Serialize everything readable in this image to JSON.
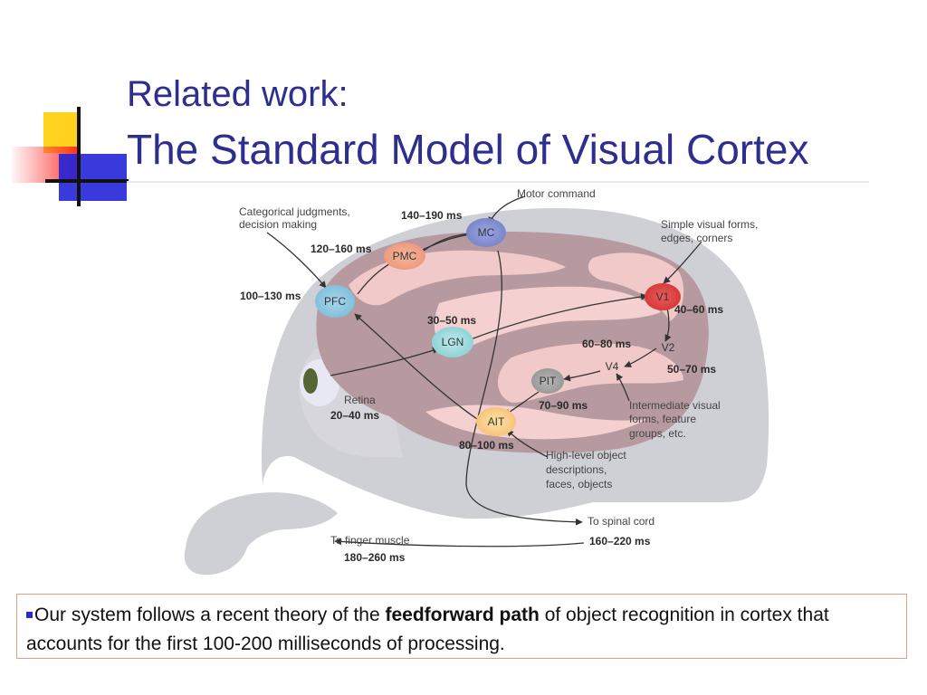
{
  "slide": {
    "title_line1": "Related work:",
    "title_line2": "The Standard Model of Visual Cortex",
    "colors": {
      "title": "#2e2e8f",
      "bullet": "#2b2bd0",
      "caption_border": "#e0a07e"
    }
  },
  "diagram": {
    "nodes": [
      {
        "id": "mc",
        "label": "MC",
        "time": "140–190 ms"
      },
      {
        "id": "pmc",
        "label": "PMC",
        "time": "120–160 ms"
      },
      {
        "id": "pfc",
        "label": "PFC",
        "time": "100–130 ms"
      },
      {
        "id": "lgn",
        "label": "LGN",
        "time": "30–50 ms"
      },
      {
        "id": "v1",
        "label": "V1",
        "time": "40–60 ms"
      },
      {
        "id": "v2",
        "label": "V2",
        "time": "50–70 ms"
      },
      {
        "id": "v4",
        "label": "V4",
        "time": "60–80 ms"
      },
      {
        "id": "pit",
        "label": "PIT",
        "time": "70–90 ms"
      },
      {
        "id": "ait",
        "label": "AIT",
        "time": "80–100 ms"
      }
    ],
    "descriptions": {
      "motor": "Motor command",
      "categorical_1": "Categorical judgments,",
      "categorical_2": "decision making",
      "simple_1": "Simple visual forms,",
      "simple_2": "edges, corners",
      "intermediate_1": "Intermediate visual",
      "intermediate_2": "forms, feature",
      "intermediate_3": "groups, etc.",
      "highlevel_1": "High-level object",
      "highlevel_2": "descriptions,",
      "highlevel_3": "faces, objects",
      "retina": "Retina",
      "retina_time": "20–40 ms",
      "spinal": "To spinal cord",
      "spinal_time": "160–220 ms",
      "finger": "To finger muscle",
      "finger_time": "180–260 ms"
    }
  },
  "caption": {
    "text_before": "Our system follows a recent theory of the ",
    "bold": "feedforward path",
    "text_after": " of object recognition in  cortex that accounts for the first 100-200 milliseconds of processing."
  }
}
